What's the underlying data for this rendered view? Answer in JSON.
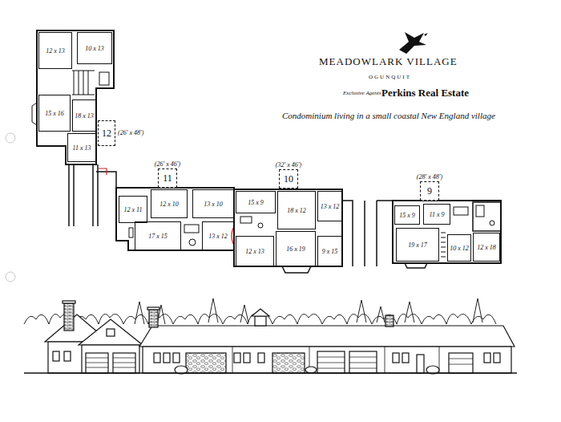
{
  "diagram": {
    "title": "MEADOWLARK VILLAGE",
    "nodes": [
      {
        "text": [
          "12",
          "(26' x 48')"
        ]
      },
      {
        "text": [
          "12 x 13"
        ]
      },
      {
        "text": [
          "10 x 13"
        ]
      },
      {
        "text": [
          "15 x 16"
        ]
      },
      {
        "text": [
          "18 x 13"
        ]
      },
      {
        "text": [
          "11 x 13"
        ]
      },
      {
        "text": [
          "11",
          "(26' x 46')"
        ]
      },
      {
        "text": [
          "12 x 11"
        ]
      },
      {
        "text": [
          "12 x 10"
        ]
      },
      {
        "text": [
          "13 x 10"
        ]
      },
      {
        "text": [
          "17 x 15"
        ]
      },
      {
        "text": [
          "13 x 12"
        ]
      },
      {
        "text": [
          "10",
          "(32' x 46')"
        ]
      },
      {
        "text": [
          "15 x 9"
        ]
      },
      {
        "text": [
          "18 x 12"
        ]
      },
      {
        "text": [
          "13 x 12"
        ]
      },
      {
        "text": [
          "12 x 13"
        ]
      },
      {
        "text": [
          "16 x 19"
        ]
      },
      {
        "text": [
          "9 x 15"
        ]
      },
      {
        "text": [
          "9",
          "(28' x 48')"
        ]
      },
      {
        "text": [
          "15 x 9"
        ]
      },
      {
        "text": [
          "11 x 9"
        ]
      },
      {
        "text": [
          "19 x 17"
        ]
      },
      {
        "text": [
          "10 x 12"
        ]
      },
      {
        "text": [
          "12 x 18"
        ]
      }
    ],
    "labels": [
      "OGUNQUIT",
      "Exclusive Agents",
      "Perkins Real Estate",
      "Condominium living in a small coastal New England village"
    ]
  }
}
